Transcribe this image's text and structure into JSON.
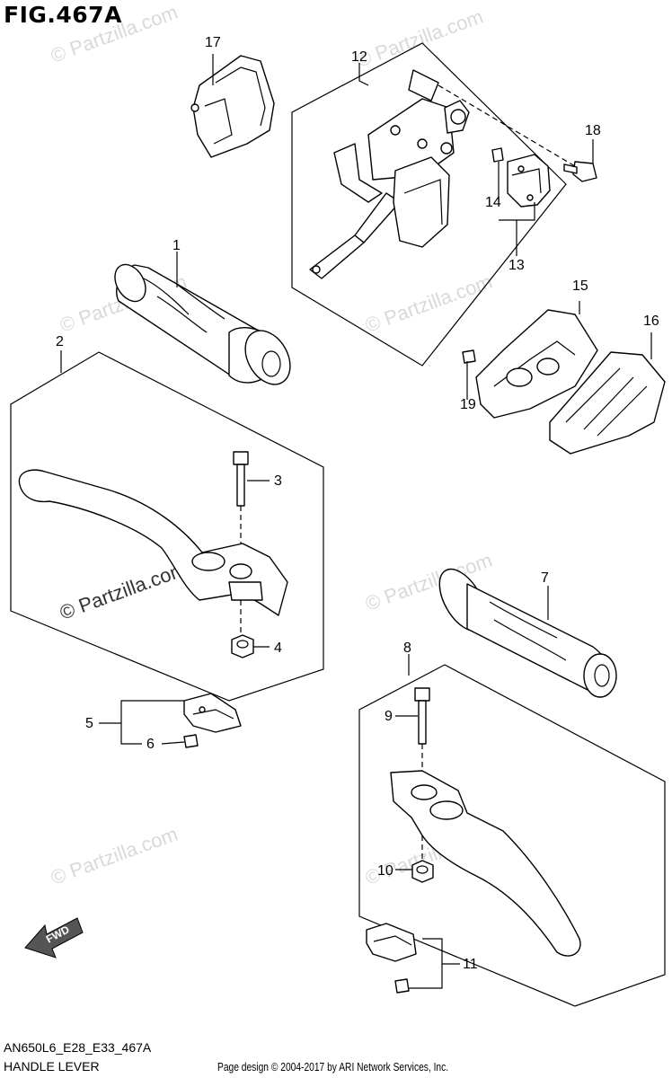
{
  "figure_title": "FIG.467A",
  "footer": {
    "model_code": "AN650L6_E28_E33_467A",
    "section_name": "HANDLE LEVER",
    "credit": "Page design © 2004-2017 by ARI Network Services, Inc."
  },
  "watermark": "© Partzilla.com",
  "direction_marker": "FWD",
  "callouts": [
    "1",
    "2",
    "3",
    "4",
    "5",
    "6",
    "7",
    "8",
    "9",
    "10",
    "11",
    "12",
    "13",
    "14",
    "15",
    "16",
    "17",
    "18",
    "19"
  ]
}
